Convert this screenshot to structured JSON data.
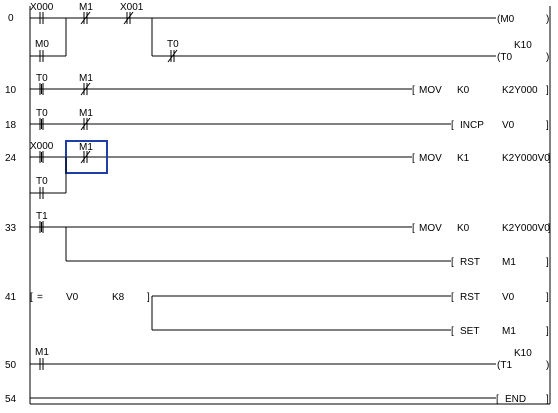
{
  "rungs": [
    {
      "step": "0",
      "contacts": {
        "x000": "X000",
        "m1": "M1",
        "x001": "X001",
        "m0": "M0",
        "t0": "T0"
      },
      "coils": {
        "m0": "(M0",
        "m0_close": ")",
        "t0": "(T0",
        "t0_k": "K10",
        "t0_close": ")"
      }
    },
    {
      "step": "10",
      "contacts": {
        "t0": "T0",
        "m1": "M1"
      },
      "instr": {
        "op": "MOV",
        "a": "K0",
        "b": "K2Y000"
      }
    },
    {
      "step": "18",
      "contacts": {
        "t0": "T0",
        "m1": "M1"
      },
      "instr": {
        "op": "INCP",
        "a": "V0"
      }
    },
    {
      "step": "24",
      "contacts": {
        "x000": "X000",
        "m1": "M1",
        "t0": "T0"
      },
      "instr": {
        "op": "MOV",
        "a": "K1",
        "b": "K2Y000V0"
      }
    },
    {
      "step": "33",
      "contacts": {
        "t1": "T1"
      },
      "instr": {
        "op": "MOV",
        "a": "K0",
        "b": "K2Y000V0"
      },
      "instr2": {
        "op": "RST",
        "a": "M1"
      }
    },
    {
      "step": "41",
      "compare": {
        "op": "=",
        "a": "V0",
        "b": "K8"
      },
      "instr": {
        "op": "RST",
        "a": "V0"
      },
      "instr2": {
        "op": "SET",
        "a": "M1"
      }
    },
    {
      "step": "50",
      "contacts": {
        "m1": "M1"
      },
      "coils": {
        "t1": "(T1",
        "t1_k": "K10",
        "t1_close": ")"
      }
    },
    {
      "step": "54",
      "instr": {
        "op": "END"
      }
    }
  ],
  "colors": {
    "selection": "#1f3fa6",
    "ink": "#000000"
  }
}
